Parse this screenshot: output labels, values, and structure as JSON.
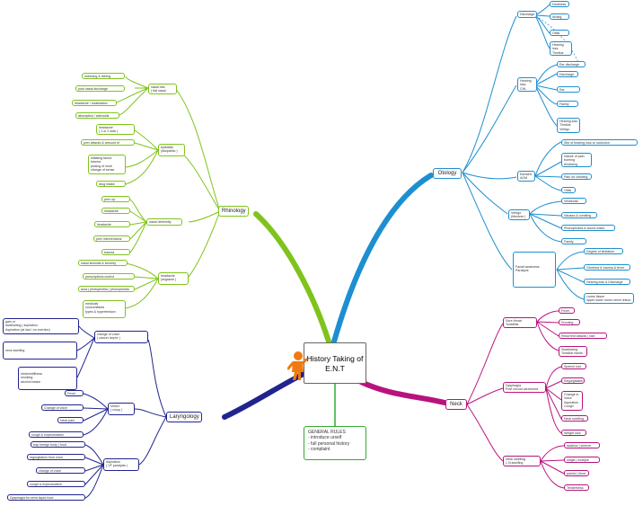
{
  "center_title": [
    "History Taking of",
    "E.N.T"
  ],
  "general_rules": {
    "title": "GENERAL RULES",
    "items": [
      "- introduce urself",
      "- full personal history",
      "- complaint"
    ]
  },
  "branches": {
    "rhinology": {
      "label": "Rhinology",
      "color": "#7fc31c",
      "nasal_obs": {
        "label": "nasal obs.\n( flat nasal polyp)",
        "items": [
          "sneezing & itching",
          "post nasal discharge",
          "headache / localisation",
          "absorption / adenoids"
        ]
      },
      "epistaxis": {
        "label": "epistaxis\n(idiopathic )",
        "items": [
          "headache\n( 1 or 2 side )",
          "prev attacks & amount of bleeding",
          "initiating factor:\ntrauma\npicking of nose\nchange of sense",
          "drug intake"
        ]
      },
      "nasal_deformity": {
        "label": "nasal deformity",
        "items": [
          "prev op.",
          "headache",
          "headache",
          "prev interventions",
          "trauma"
        ]
      },
      "headache": {
        "label": "headache\n(migraine )",
        "items": [
          "nasal sinusitis & severity",
          "prescriptions control",
          "aura | photophobia | phonophobia",
          "medicals\nconcomitants\ntypes & hypertension"
        ]
      }
    },
    "otology": {
      "label": "Otology",
      "color": "#1d8fd1",
      "discharge": {
        "label": "Discharge",
        "items": [
          "Deafness",
          "itching",
          "Otitis",
          "Hearing loss\nTinnitus\nVertigo"
        ]
      },
      "hearing_loss": {
        "label": "Hearing loss\nCHL\nSNHL",
        "items": [
          "Ear discharge",
          "Discharge",
          "Ear sounding",
          "Family history",
          "Hearing loss\nTinnitus\nVertigo"
        ]
      },
      "earache": {
        "label": "Earache\nAOM",
        "items": [
          "Site of hearing loss or occlusion",
          "Nature of pain\nburning\nthrobbing",
          "Pain on chewing",
          "Otitis"
        ]
      },
      "vertigo": {
        "label": "Vertigo\n(Meniere )",
        "items": [
          "Vestibular",
          "Nausea & vomiting",
          "Phonophobia & sound clicks",
          "Family history"
        ]
      },
      "facial_weakness": {
        "label": "Facial weakness\nParalysis",
        "items": [
          "Degree of limitation",
          "Otorrhea & trauma & fever",
          "Hearing loss & Discharge",
          "Loose tissue\nupper lower motor nerve lesion"
        ]
      }
    },
    "neck": {
      "label": "Neck",
      "color": "#b8137d",
      "tonsillitis": {
        "label": "Sore throat\nTonsillitis",
        "items": [
          "Fever",
          "Drooling",
          "Recurrent attacks | size",
          "Swallowing\nTonsillar hands"
        ]
      },
      "dysphagia": {
        "label": "Dysphagia\nPost cricoid carcinoma",
        "items": [
          "Speech lost",
          "Regurgitation",
          "Change in\nVoice\nAspiration\nCough",
          "Neck swelling",
          "Weight loss"
        ]
      },
      "neck_swelling": {
        "label": "Neck swelling\nL.N.swelling",
        "items": [
          "swallow | sneeze",
          "single | multiple",
          "painful | fever",
          "Tenderness"
        ]
      }
    },
    "laryngology": {
      "label": "Laryngology",
      "color": "#21248f",
      "voice_change": {
        "label": "change of voice\n( cancer larynx )",
        "items": [
          "gain or\nswallowing | aspiration\nAspiration (at last / on exertion)",
          "neck swelling",
          "stridor/stiffness\nsmoking\nalcohol intake"
        ]
      },
      "stridor": {
        "label": "stridor\n( croup )",
        "items": [
          "Fever",
          "Change of voice",
          "Neck pain",
          "cough & expectoration"
        ]
      },
      "aspiration": {
        "label": "Aspiration\n( VF paralysis )",
        "items": [
          "trap foreign body | food",
          "regurgitation from nose",
          "change of voice",
          "cough & expectoration",
          "Dysphagia for semi-liquid food"
        ]
      }
    }
  }
}
